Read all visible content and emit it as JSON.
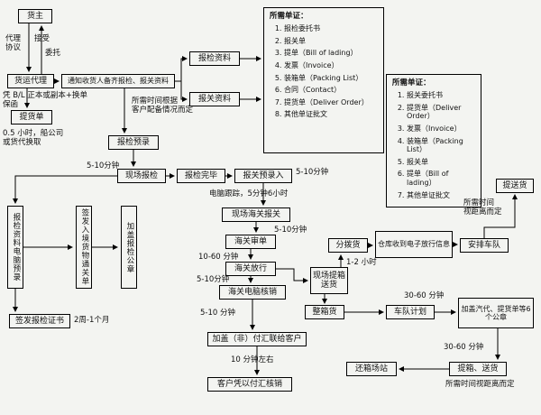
{
  "colors": {
    "background": "#f3f4f1",
    "line": "#000000",
    "text": "#111111"
  },
  "nodes": {
    "huozhu": "货主",
    "huoyun_daili": "货运代理",
    "tongzhi": "通知收货人备齐报检、报关资料",
    "tihuodan": "提货单",
    "baojian_ziliao": "报检资料",
    "baoguan_ziliao": "报关资料",
    "baojian_yulu": "报检预录",
    "xianchang_baojian": "现场报检",
    "baojian_wanbi": "报检完毕",
    "baoguan_yuluru": "报关预录入",
    "xianchang_haiguan": "现场海关报关",
    "haiguan_shendan": "海关审单",
    "haiguan_fangxing": "海关放行",
    "haiguan_hexiao": "海关电脑核销",
    "jiagai_fuhui": "加盖（非）付汇联给客户",
    "kehu_fuhui": "客户凭以付汇核销",
    "baojian_diannao_yulu": "报检资料电脑预录",
    "qianfa_tongguandan": "签发入境货物通关单",
    "jiagai_baojian_gongzhang": "加盖报检公章",
    "qianfa_zhengshu": "签发报检证书",
    "fenbohuo": "分拨货",
    "cangku_fangxing": "仓库收到电子放行信息",
    "anpai_chedui": "安排车队",
    "xianchang_tixiang": "现场提箱送货",
    "zhengxianghuo": "整箱货",
    "chedui_jihua": "车队计划",
    "jiagai_qidai": "加盖汽代、提货单等6个公章",
    "tixiang_songhuo": "提箱、送货",
    "huanxiang_changzhan": "还箱场站",
    "tisonghuo": "提送货"
  },
  "labels": {
    "daili_xieyi": "代理\n协议",
    "jieshou": "接受",
    "weituo": "委托",
    "ping_bl": "凭 B/L 正本或副本+换单\n保函",
    "huandan_time": "0.5 小时，船公司\n或货代换取",
    "peibei_time": "所需时间根据\n客户配备情况而定",
    "t_5_10_a": "5-10分钟",
    "t_5_10_b": "5-10分钟",
    "diannao_genzong": "电脑跟踪，5分钟6小时",
    "t_5_10_c": "5-10分钟",
    "t_10_60": "10-60 分钟",
    "t_5_10_d": "5-10分钟",
    "t_5_10_e": "5-10 分钟",
    "t_10_zuoyou": "10 分钟左右",
    "t_2zhou": "2周-1个月",
    "t_1_2h": "1-2 小时",
    "t_30_60_a": "30-60 分钟",
    "t_30_60_b": "30-60 分钟",
    "juli_a": "所需时间\n视距离而定",
    "juli_b": "所需时间视距离而定"
  },
  "doc_list_top": {
    "title": "所需单证：",
    "items": [
      "报检委托书",
      "报关单",
      "提单（Bill of lading）",
      "发票（Invoice）",
      "装箱单（Packing List）",
      "合同（Contact）",
      "提货单（Deliver Order）",
      "其他单证批文"
    ]
  },
  "doc_list_right": {
    "title": "所需单证：",
    "items": [
      "报关委托书",
      "提货单（Deliver Order）",
      "发票（Invoice）",
      "装箱单（Packing List）",
      "报关单",
      "提单（Bill of lading）",
      "其他单证批文"
    ]
  }
}
